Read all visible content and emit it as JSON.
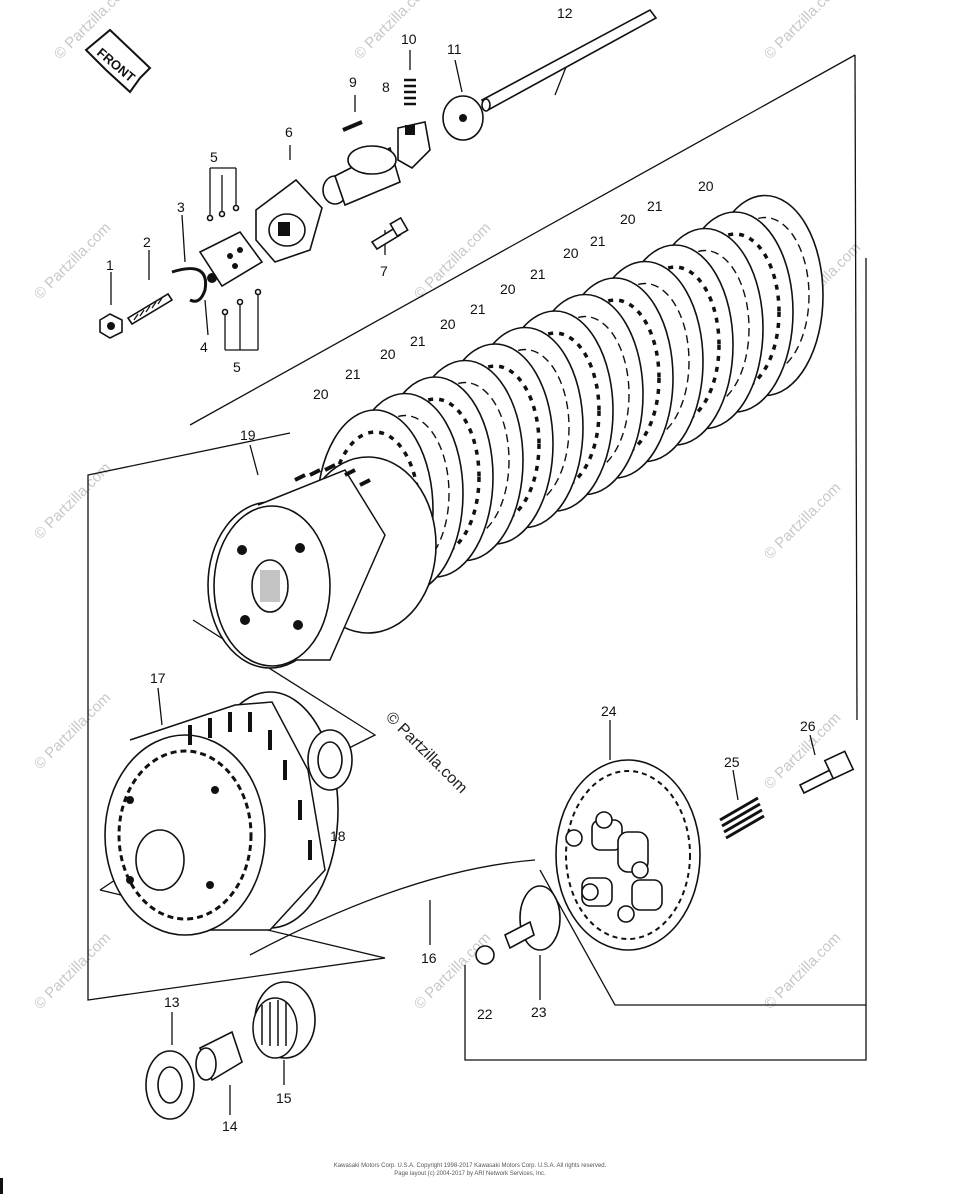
{
  "diagram": {
    "direction_label": "FRONT",
    "watermark": "© Partzilla.com",
    "watermark_small": "© Partzilla.com",
    "footer_line1": "Kawasaki Motors Corp. U.S.A. Copyright 1998-2017 Kawasaki Motors Corp. U.S.A. All rights reserved.",
    "footer_line2": "Page layout (c) 2004-2017 by ARI Network Services, Inc.",
    "callouts": [
      "1",
      "2",
      "3",
      "4",
      "5",
      "5",
      "6",
      "7",
      "8",
      "9",
      "10",
      "11",
      "12",
      "13",
      "14",
      "15",
      "16",
      "17",
      "18",
      "19",
      "20",
      "20",
      "20",
      "20",
      "20",
      "20",
      "20",
      "21",
      "21",
      "21",
      "21",
      "21",
      "21",
      "22",
      "23",
      "24",
      "25",
      "26"
    ]
  }
}
